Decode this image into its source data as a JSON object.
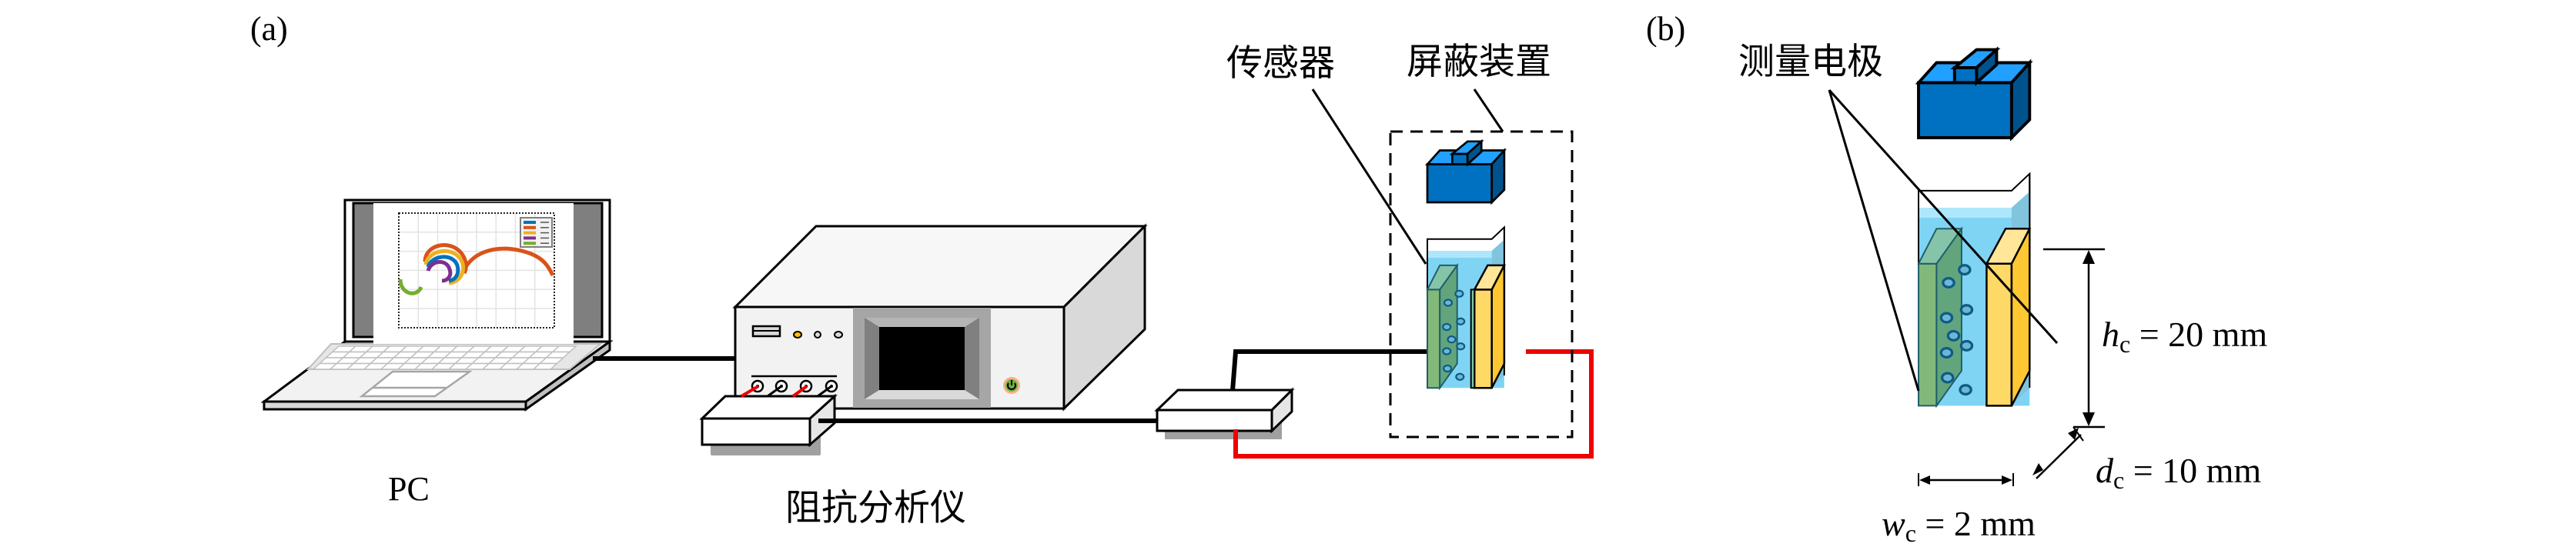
{
  "figure": {
    "panel_a": {
      "label": "(a)",
      "pc_label": "PC",
      "analyzer_label": "阻抗分析仪",
      "sensor_label": "传感器",
      "shield_label": "屏蔽装置"
    },
    "panel_b": {
      "label": "(b)",
      "electrode_label": "测量电极",
      "dimensions": {
        "height": {
          "symbol": "h",
          "sub": "c",
          "eq": " = 20 mm"
        },
        "depth": {
          "symbol": "d",
          "sub": "c",
          "eq": " = 10 mm"
        },
        "width": {
          "symbol": "w",
          "sub": "c",
          "eq": " = 2 mm"
        }
      }
    },
    "colors": {
      "cap_front": "#0070c0",
      "cap_top": "#22a0ff",
      "cap_side": "#00528c",
      "liquid": "#7fd4f4",
      "green_electrode": "#82b87a",
      "yellow_electrode": "#ffd966",
      "red_wire": "#ee0000",
      "plot_series": [
        "#0072bd",
        "#d95319",
        "#edb120",
        "#7e2f8e",
        "#77ac30"
      ]
    },
    "laptop_plot": {
      "type": "line",
      "legend_entries": 5,
      "legend_position": "top-right",
      "grid": true
    }
  }
}
